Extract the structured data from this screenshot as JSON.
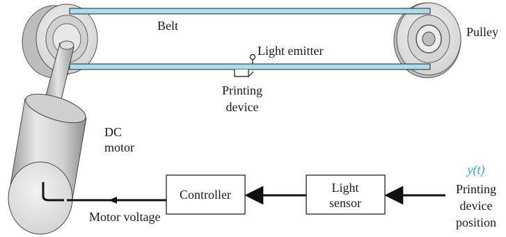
{
  "labels": {
    "belt": "Belt",
    "pulley": "Pulley",
    "light_emitter": "Light emitter",
    "printing_device_line1": "Printing",
    "printing_device_line2": "device",
    "dc_motor_line1": "DC",
    "dc_motor_line2": "motor",
    "controller": "Controller",
    "light_sensor_line1": "Light",
    "light_sensor_line2": "sensor",
    "motor_voltage": "Motor voltage",
    "output_symbol": "y(t)",
    "output_line1": "Printing",
    "output_line2": "device",
    "output_line3": "position"
  },
  "colors": {
    "belt": "#a9dcec",
    "accent_text": "#2aa6dc",
    "metal_light": "#eeeeee",
    "metal_mid": "#c9c9c9",
    "metal_dark": "#8c8c8c",
    "line": "#111111"
  }
}
